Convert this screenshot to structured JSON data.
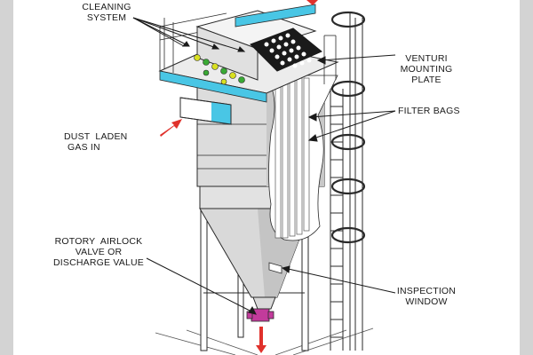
{
  "labels": {
    "cleaning_system": [
      "CLEANING",
      "SYSTEM"
    ],
    "venturi_plate": [
      "VENTURI",
      "MOUNTING",
      "PLATE"
    ],
    "filter_bags": "FILTER BAGS",
    "dust_gas_in": [
      "DUST  LADEN",
      "GAS IN"
    ],
    "rotary_airlock": [
      "ROTORY  AIRLOCK",
      "VALVE OR",
      "DISCHARGE VALUE"
    ],
    "inspection_window": [
      "INSPECTION",
      "WINDOW"
    ]
  },
  "colors": {
    "frame": "#d3d3d3",
    "outline": "#2a2a2a",
    "body_fill": "#d9d9d9",
    "body_shade": "#c4c4c4",
    "cyan_accent": "#49c6e5",
    "red_arrow": "#e0312b",
    "valve": "#c23b9b",
    "nozzle_yellow": "#d9e021",
    "nozzle_green": "#3aa935"
  },
  "icons": [
    "inlet-arrow-icon",
    "outlet-arrow-icon",
    "top-arrow-icon",
    "rotary-valve-icon"
  ]
}
